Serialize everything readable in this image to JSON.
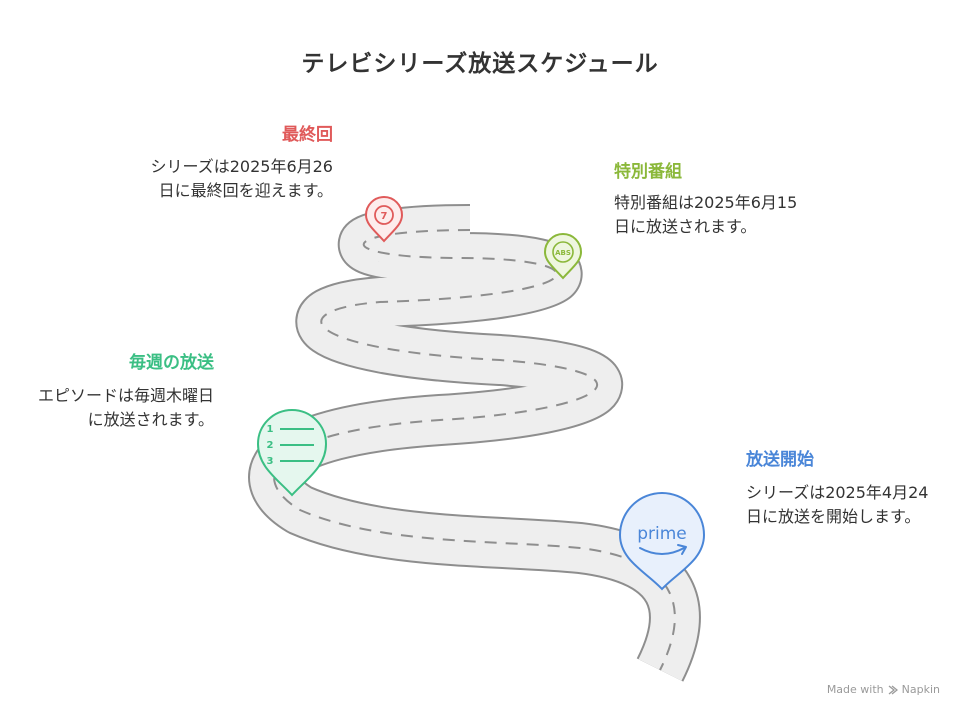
{
  "title": "テレビシリーズ放送スケジュール",
  "milestones": [
    {
      "label": "最終回",
      "desc": "シリーズは2025年6月26日に最終回を迎えます。",
      "color": "#e05a5a",
      "icon": "number-seven-icon",
      "icon_text": "7"
    },
    {
      "label": "特別番組",
      "desc": "特別番組は2025年6月15日に放送されます。",
      "color": "#8bb83a",
      "icon": "abs-icon",
      "icon_text": "ABS"
    },
    {
      "label": "毎週の放送",
      "desc": "エピソードは毎週木曜日に放送されます。",
      "color": "#3bbf84",
      "icon": "numbered-list-icon",
      "icon_items": [
        "1",
        "2",
        "3"
      ]
    },
    {
      "label": "放送開始",
      "desc": "シリーズは2025年4月24日に放送を開始します。",
      "color": "#4a86d8",
      "icon": "prime-logo-icon",
      "icon_text": "prime"
    }
  ],
  "footer": {
    "made_with": "Made with",
    "brand": "Napkin"
  }
}
